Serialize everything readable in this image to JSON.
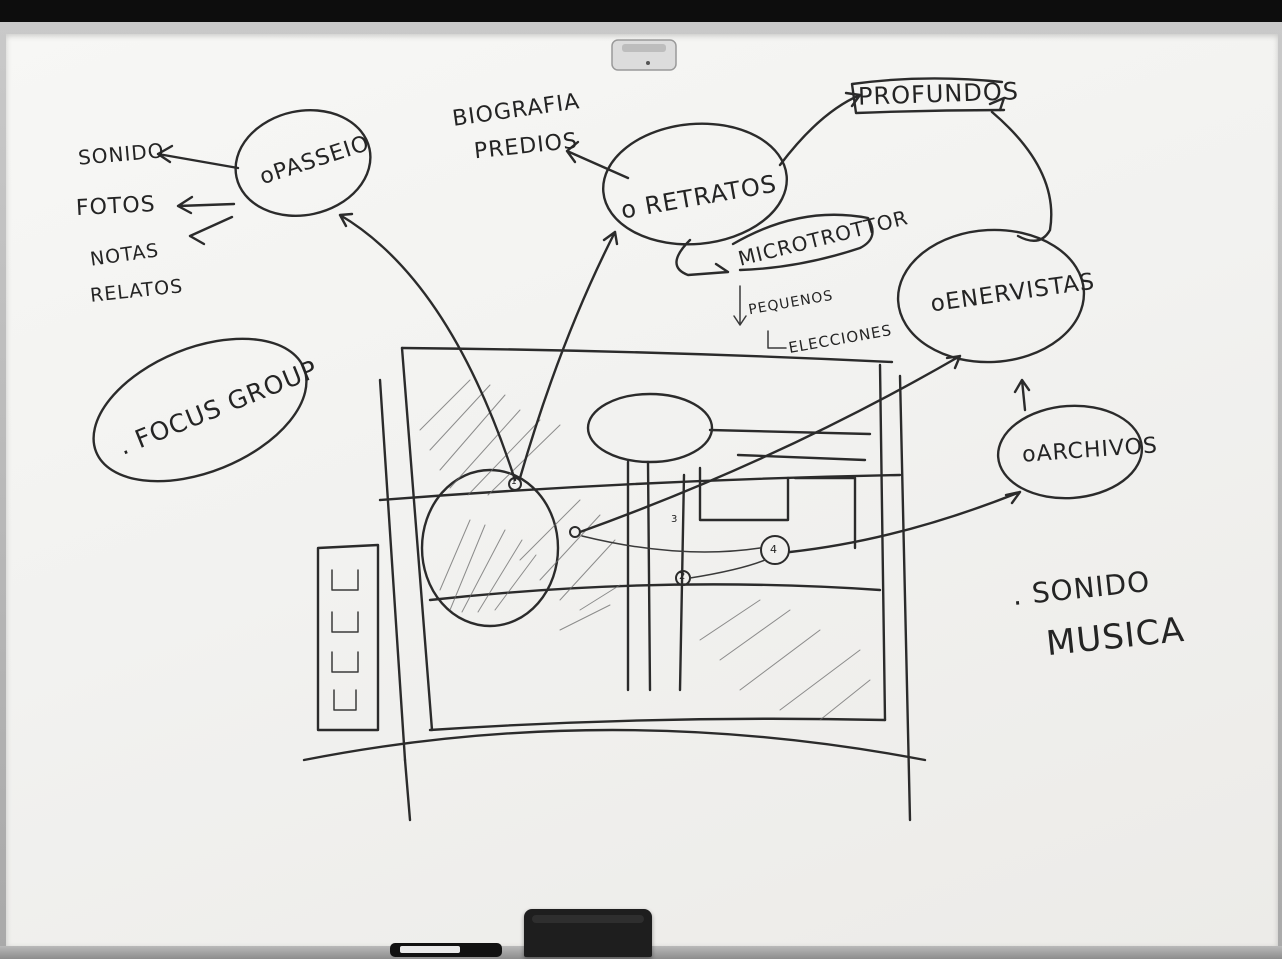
{
  "nodes": {
    "passeio": "oPASSEIO",
    "retratos": "o RETRATOS",
    "profundos": "PROFUNDOS",
    "enervistas": "oENERVISTAS",
    "archivos": "oARCHIVOS",
    "focus_group": ". FOCUS GROUP"
  },
  "notes": {
    "sonido": "SONIDO",
    "fotos": "FOTOS",
    "notas": "NOTAS",
    "relatos": "RELATOS",
    "biografia": "BIOGRAFIA",
    "predios": "PREDIOS",
    "microrrotor": "MICROTROTTOR",
    "pequenos": "PEQUENOS",
    "elecciones": "ELECCIONES",
    "sonido_musica_1": ". SONIDO",
    "sonido_musica_2": "MUSICA"
  },
  "sketch": {
    "marker_1": "1",
    "marker_2": "2",
    "marker_3": "3",
    "marker_4": "4"
  }
}
